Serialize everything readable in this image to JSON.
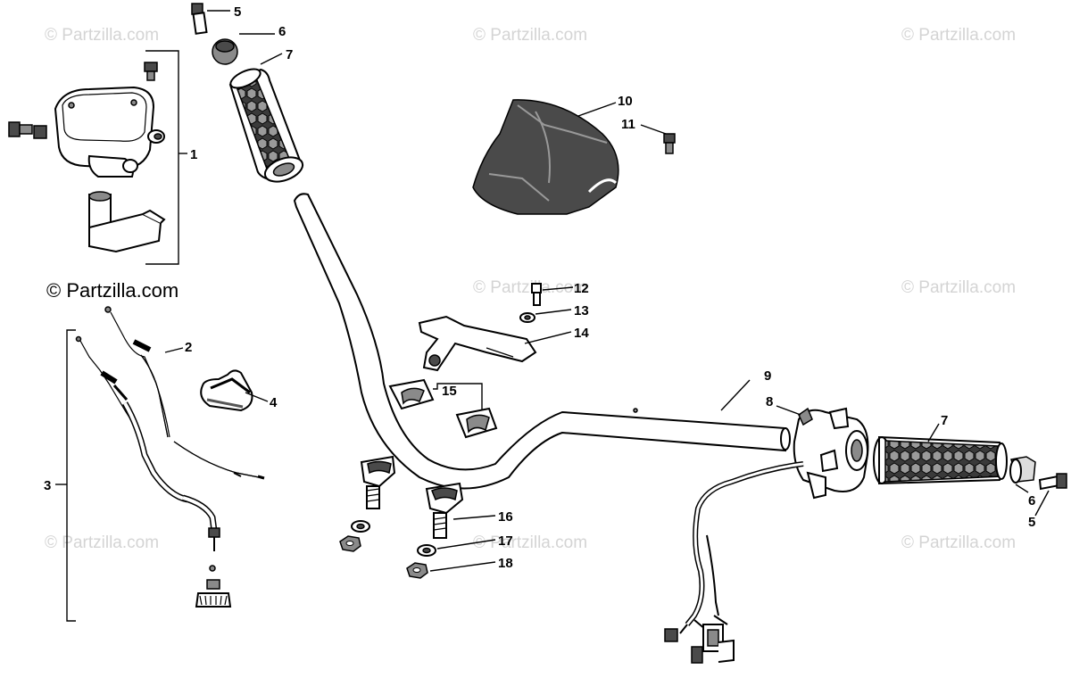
{
  "watermark": {
    "text": "© Partzilla.com",
    "main_text": "© Partzilla.com"
  },
  "callouts": {
    "c1": "1",
    "c2": "2",
    "c3": "3",
    "c4": "4",
    "c5a": "5",
    "c5b": "5",
    "c6a": "6",
    "c6b": "6",
    "c7a": "7",
    "c7b": "7",
    "c8": "8",
    "c9": "9",
    "c10": "10",
    "c11": "11",
    "c12": "12",
    "c13": "13",
    "c14": "14",
    "c15": "15",
    "c16": "16",
    "c17": "17",
    "c18": "18"
  }
}
